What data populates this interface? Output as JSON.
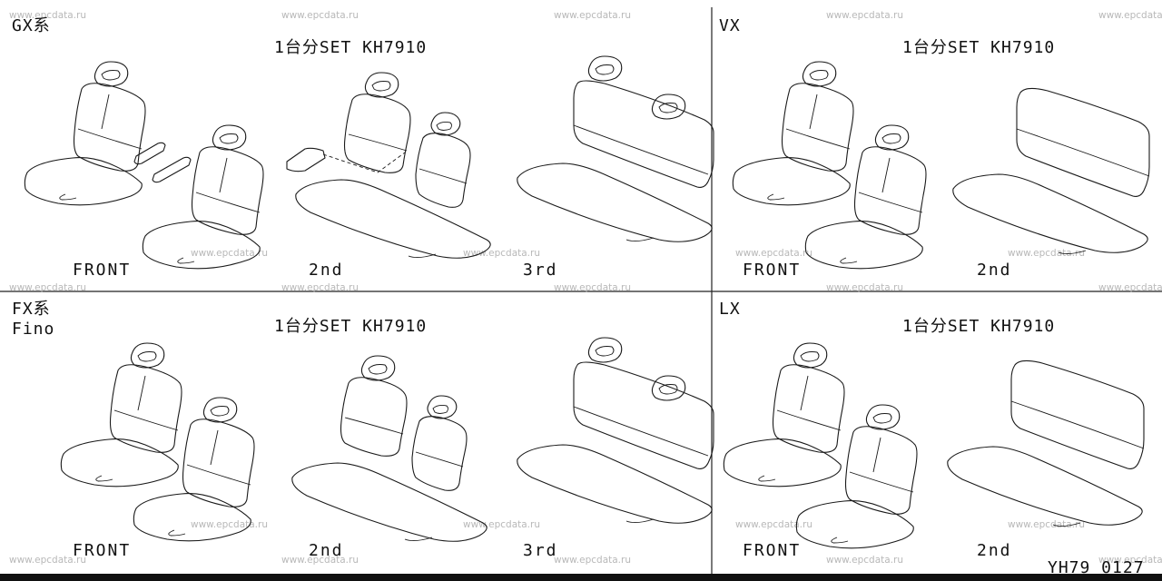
{
  "watermark": "www.epcdata.ru",
  "panels": [
    {
      "id": "gx",
      "title_lines": [
        "GX系"
      ],
      "set_label": "1台分SET KH7910",
      "positions": [
        "FRONT",
        "2nd",
        "3rd"
      ]
    },
    {
      "id": "vx",
      "title_lines": [
        "VX"
      ],
      "set_label": "1台分SET KH7910",
      "positions": [
        "FRONT",
        "2nd"
      ]
    },
    {
      "id": "fx",
      "title_lines": [
        "FX系",
        "Fino"
      ],
      "set_label": "1台分SET KH7910",
      "positions": [
        "FRONT",
        "2nd",
        "3rd"
      ]
    },
    {
      "id": "lx",
      "title_lines": [
        "LX"
      ],
      "set_label": "1台分SET KH7910",
      "positions": [
        "FRONT",
        "2nd"
      ]
    }
  ],
  "diagram_code": "YH79 0127"
}
